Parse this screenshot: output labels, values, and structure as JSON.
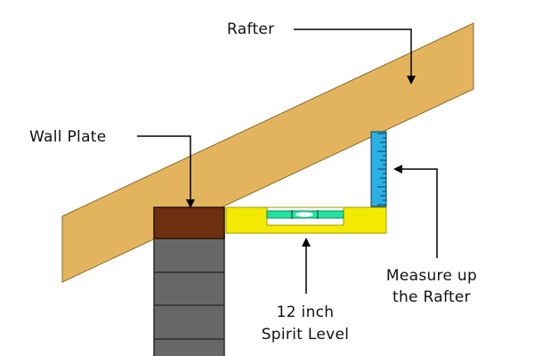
{
  "labels": {
    "rafter": "Rafter",
    "wall_plate": "Wall Plate",
    "measure_line1": "Measure up",
    "measure_line2": "the Rafter",
    "level_line1": "12 inch",
    "level_line2": "Spirit Level"
  },
  "colors": {
    "rafter_fill": "#E3B45E",
    "rafter_stroke": "#8A6A2A",
    "wall_plate_fill": "#6E2E10",
    "brick_fill": "#686868",
    "brick_line": "#2E2E2E",
    "level_fill": "#F2EA00",
    "bubble_vial": "#22E3A0",
    "ruler_fill": "#2CB0E4",
    "ruler_marks": "#103C60",
    "arrow": "#000000"
  },
  "icons": {
    "rafter": "wood-beam-icon",
    "wall_plate": "timber-block-icon",
    "wall": "brick-wall-icon",
    "level": "spirit-level-icon",
    "ruler": "ruler-icon"
  }
}
